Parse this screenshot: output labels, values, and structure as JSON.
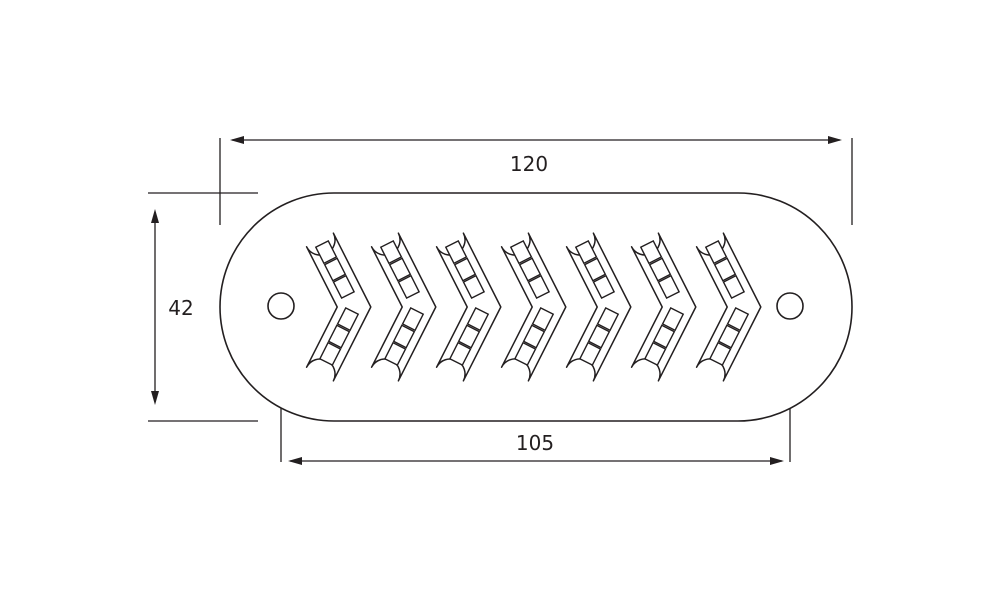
{
  "dimensions": {
    "overall_length": "120",
    "height": "42",
    "hole_spacing": "105"
  },
  "module": {
    "chevron_count": 7,
    "leds_per_arm": 3,
    "mounting_holes": 2
  },
  "colors": {
    "line": "#231f20",
    "background": "#ffffff"
  }
}
